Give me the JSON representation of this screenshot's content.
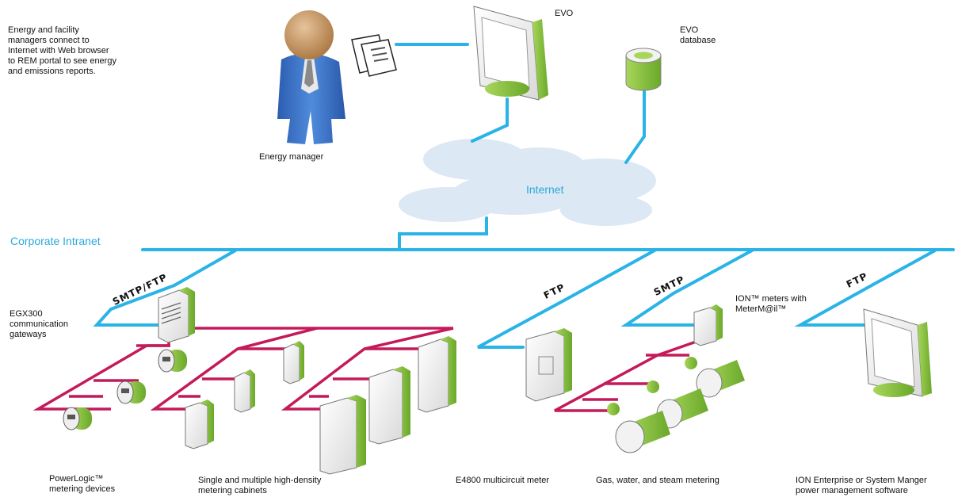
{
  "labels": {
    "intro": "Energy and facility\nmanagers connect to\nInternet with Web browser\nto REM portal to see energy\nand emissions reports.",
    "energy_manager": "Energy manager",
    "evo": "EVO",
    "evo_database": "EVO\ndatabase",
    "internet": "Internet",
    "corporate_intranet": "Corporate Intranet",
    "egx300": "EGX300\ncommunication\ngateways",
    "ion_meters": "ION™ meters with\nMeterM@il™",
    "powerlogic": "PowerLogic™\nmetering devices",
    "cabinets": "Single and multiple high-density\nmetering cabinets",
    "e4800": "E4800 multicircuit meter",
    "gas_water_steam": "Gas, water, and steam metering",
    "ion_enterprise": "ION Enterprise or System Manger\npower management software"
  },
  "protocols": {
    "smtp_ftp": "SMTP/FTP",
    "ftp_1": "FTP",
    "smtp": "SMTP",
    "ftp_2": "FTP"
  },
  "colors": {
    "network_blue": "#2ab3e6",
    "serial_crimson": "#c41a5a",
    "device_green": "#8cc63f",
    "device_grey": "#e8e8e8",
    "cloud": "#dce8f3",
    "person_suit": "#3a6fc0",
    "person_head": "#c89a6a"
  }
}
